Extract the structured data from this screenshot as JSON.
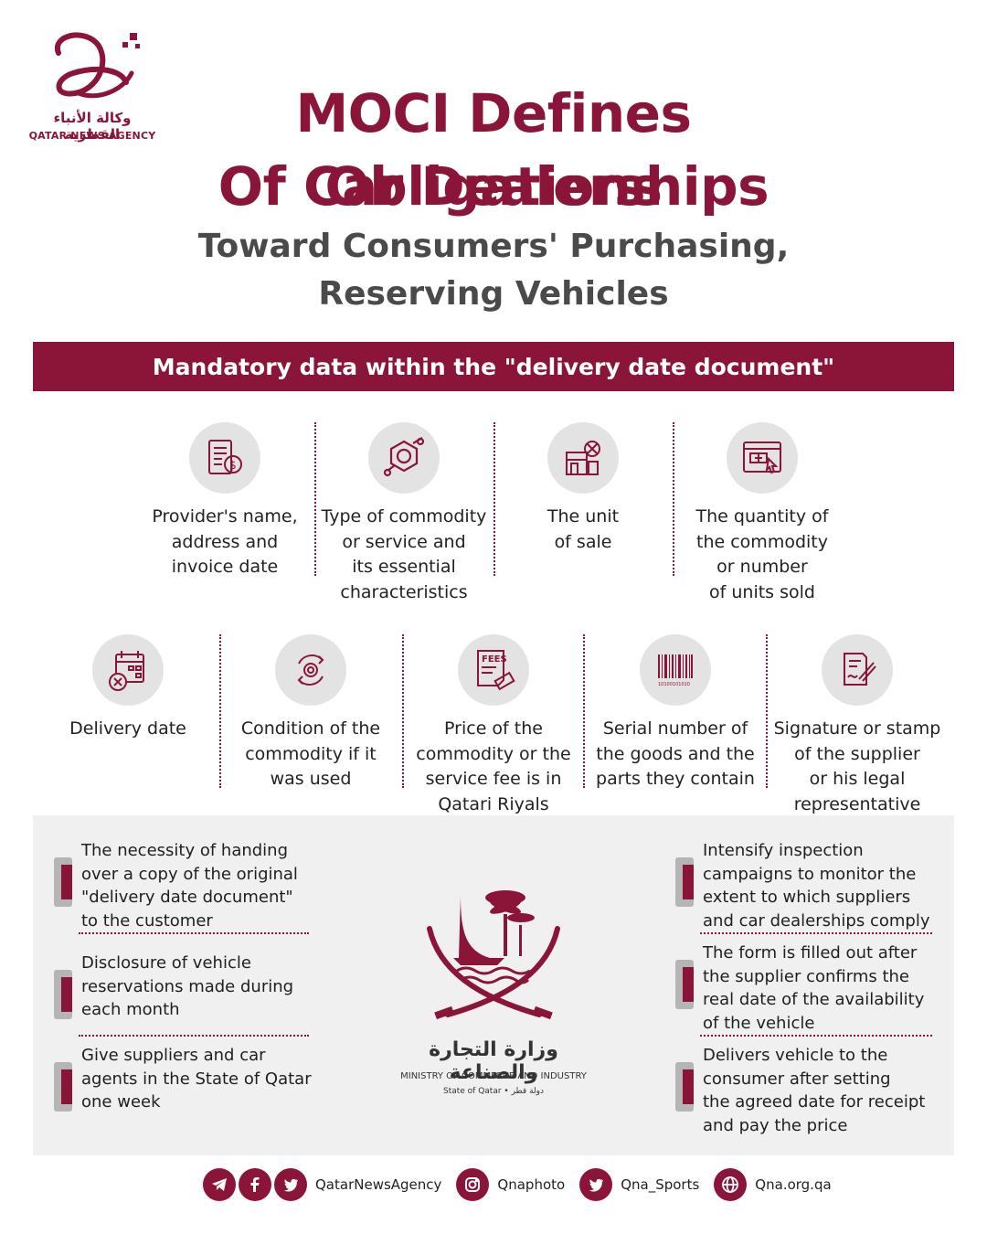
{
  "logo": {
    "arabic": "وكالة الأنباء القطرية",
    "english": "QATAR NEWS AGENCY"
  },
  "title": {
    "line1": "MOCI Defines Obligations",
    "line2": "Of Car Dealerships"
  },
  "subtitle": {
    "line1": "Toward Consumers' Purchasing,",
    "line2": "Reserving Vehicles"
  },
  "banner": "Mandatory data within the \"delivery date document\"",
  "row1": [
    {
      "text": "Provider's name,\naddress and\ninvoice date",
      "icon": "invoice-icon"
    },
    {
      "text": "Type of commodity\nor service and\nits essential\ncharacteristics",
      "icon": "tools-icon"
    },
    {
      "text": "The unit\nof sale",
      "icon": "shop-icon"
    },
    {
      "text": "The quantity of\nthe commodity\nor number\nof units sold",
      "icon": "cart-window-icon"
    }
  ],
  "row2": [
    {
      "text": "Delivery date",
      "icon": "calendar-icon"
    },
    {
      "text": "Condition of the\ncommodity if it\nwas used",
      "icon": "gear-cycle-icon"
    },
    {
      "text": "Price of the\ncommodity or the\nservice fee is in\nQatari Riyals",
      "icon": "fees-icon"
    },
    {
      "text": "Serial number of\nthe goods and the\nparts they contain",
      "icon": "barcode-icon"
    },
    {
      "text": "Signature or stamp\nof the supplier\nor his legal\nrepresentative",
      "icon": "signature-icon"
    }
  ],
  "barcode_digits": "10100101010",
  "fees_label": "FEES",
  "notes_left": [
    "The necessity of handing\nover a copy of the original\n\"delivery date document\"\nto the customer",
    "Disclosure of vehicle\nreservations made during\neach month",
    "Give suppliers and car\nagents in the State of Qatar\none week"
  ],
  "notes_right": [
    "Intensify inspection\ncampaigns to monitor the\nextent to which suppliers\nand car dealerships comply",
    "The form is filled out after\nthe supplier confirms the\nreal date of the availability\nof the vehicle",
    "Delivers vehicle to the\nconsumer after setting\nthe agreed date for receipt\nand pay the price"
  ],
  "ministry": {
    "arabic": "وزارة التجارة والصناعة",
    "english": "MINISTRY OF COMMERCE AND INDUSTRY",
    "state": "State of Qatar • دولة قطر"
  },
  "footer": {
    "handle1": "QatarNewsAgency",
    "handle2": "Qnaphoto",
    "handle3": "Qna_Sports",
    "website": "Qna.org.qa"
  },
  "colors": {
    "brand": "#8a1538",
    "panel": "#f0f0f0",
    "icon_bg": "#e3e3e3"
  }
}
